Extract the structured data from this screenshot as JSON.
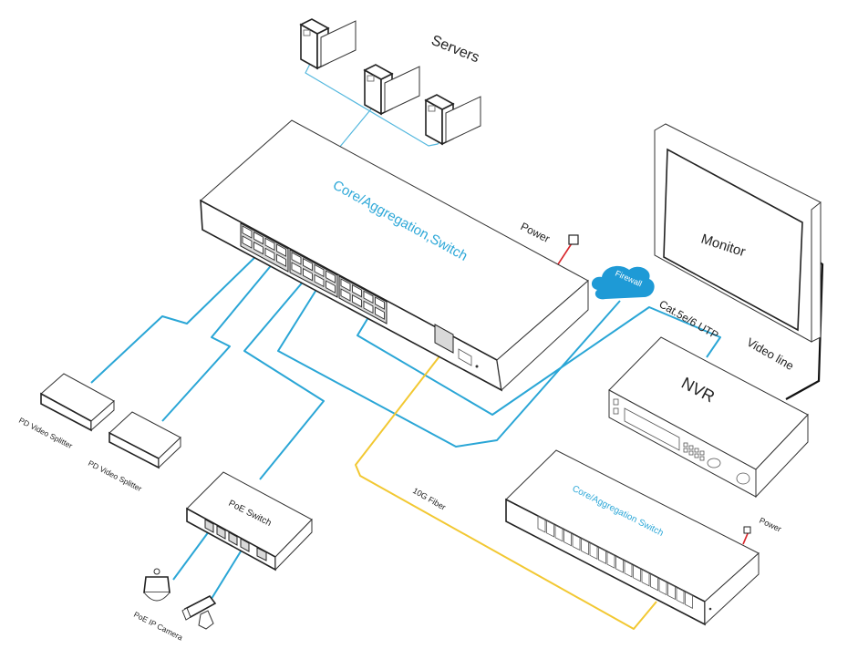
{
  "diagram": {
    "type": "network-topology",
    "nodes": [
      {
        "id": "servers",
        "label": "Servers",
        "count": 3
      },
      {
        "id": "core-switch",
        "label": "Core/Aggregation,Switch",
        "power_label": "Power"
      },
      {
        "id": "firewall",
        "label": "Firewall"
      },
      {
        "id": "monitor",
        "label": "Monitor"
      },
      {
        "id": "nvr",
        "label": "NVR"
      },
      {
        "id": "core-switch-2",
        "label": "Core/Aggregation Switch",
        "power_label": "Power"
      },
      {
        "id": "poe-switch",
        "label": "PoE Switch"
      },
      {
        "id": "splitter-1",
        "label": "PD Video Splitter"
      },
      {
        "id": "splitter-2",
        "label": "PD Video Splitter"
      },
      {
        "id": "cameras",
        "label": "PoE IP Camera"
      }
    ],
    "links": [
      {
        "from": "servers",
        "to": "core-switch",
        "medium": "ethernet",
        "color": "#55b8de"
      },
      {
        "from": "core-switch",
        "to": "firewall",
        "medium": "ethernet",
        "color": "#2aa6d6"
      },
      {
        "from": "core-switch",
        "to": "nvr",
        "medium": "Cat.5e/6 UTP",
        "color": "#2aa6d6"
      },
      {
        "from": "nvr",
        "to": "monitor",
        "medium": "Video line",
        "color": "#111111"
      },
      {
        "from": "core-switch",
        "to": "core-switch-2",
        "medium": "10G Fiber",
        "color": "#f2c832"
      },
      {
        "from": "core-switch",
        "to": "poe-switch",
        "medium": "ethernet",
        "color": "#2aa6d6"
      },
      {
        "from": "core-switch",
        "to": "splitter-1",
        "medium": "ethernet",
        "color": "#2aa6d6"
      },
      {
        "from": "core-switch",
        "to": "splitter-2",
        "medium": "ethernet",
        "color": "#2aa6d6"
      },
      {
        "from": "poe-switch",
        "to": "cameras",
        "medium": "ethernet",
        "color": "#2aa6d6"
      }
    ]
  },
  "labels": {
    "servers": "Servers",
    "core_switch": "Core/Aggregation,Switch",
    "power": "Power",
    "firewall": "Firewall",
    "cat_utp": "Cat.5e/6 UTP",
    "monitor": "Monitor",
    "video_line": "Video line",
    "nvr": "NVR",
    "fiber": "10G Fiber",
    "core_switch_2": "Core/Aggregation Switch",
    "power_2": "Power",
    "poe_switch": "PoE Switch",
    "splitter_1": "PD Video Splitter",
    "splitter_2": "PD Video Splitter",
    "poe_camera": "PoE IP Camera"
  },
  "colors": {
    "ethernet": "#2aa6d6",
    "fiber": "#f2c832",
    "power_cable": "#d8252a",
    "video_line": "#111111",
    "firewall": "#1e9ad6",
    "label_accent": "#2ea8d8"
  }
}
